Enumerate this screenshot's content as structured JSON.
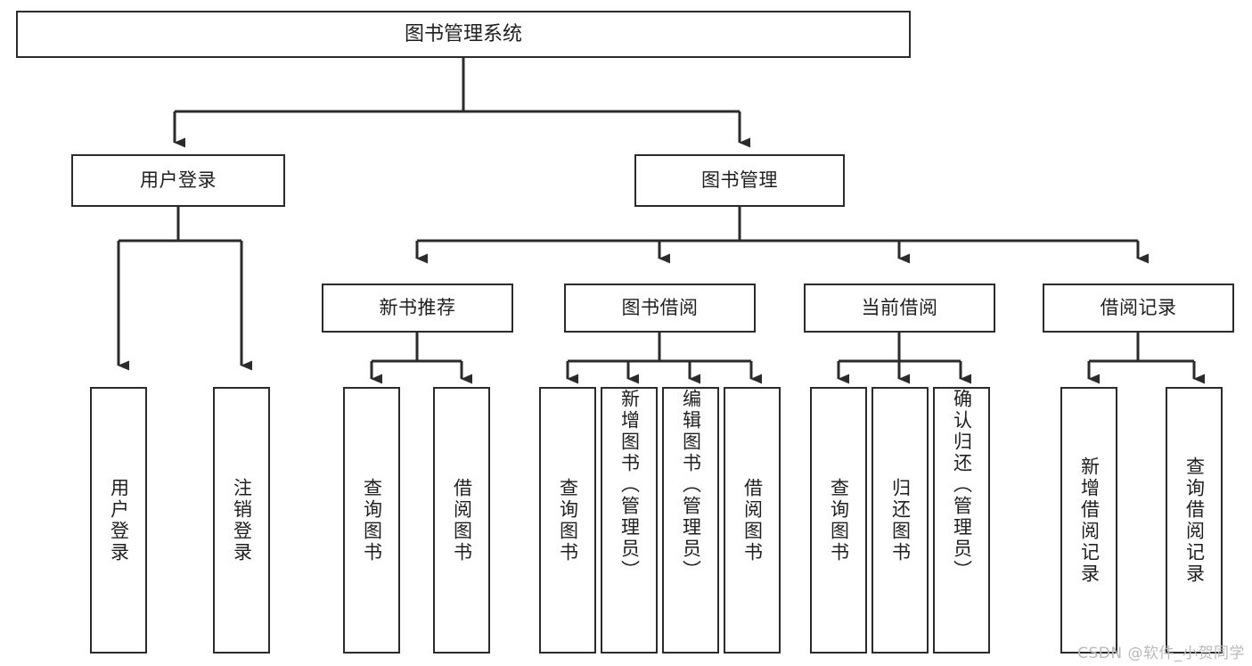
{
  "diagram": {
    "type": "tree",
    "title": "图书管理系统",
    "orientation": "top-down",
    "colors": {
      "box_border": "#2b2b2b",
      "box_fill": "#ffffff",
      "connector": "#2b2b2b",
      "text": "#1f1f1f",
      "watermark": "#b9b9b9",
      "background": "#ffffff"
    },
    "root": {
      "label": "图书管理系统"
    },
    "level2": [
      {
        "label": "用户登录"
      },
      {
        "label": "图书管理"
      }
    ],
    "level3": [
      {
        "label": "新书推荐"
      },
      {
        "label": "图书借阅"
      },
      {
        "label": "当前借阅"
      },
      {
        "label": "借阅记录"
      }
    ],
    "leaves": {
      "user_login": [
        {
          "label": "用户登录"
        },
        {
          "label": "注销登录"
        }
      ],
      "new_book_recommend": [
        {
          "label": "查询图书"
        },
        {
          "label": "借阅图书"
        }
      ],
      "book_borrow": [
        {
          "label": "查询图书"
        },
        {
          "label": "新增图书（管理员）"
        },
        {
          "label": "编辑图书（管理员）"
        },
        {
          "label": "借阅图书"
        }
      ],
      "current_borrow": [
        {
          "label": "查询图书"
        },
        {
          "label": "归还图书"
        },
        {
          "label": "确认归还（管理员）"
        }
      ],
      "borrow_record": [
        {
          "label": "新增借阅记录"
        },
        {
          "label": "查询借阅记录"
        }
      ]
    }
  },
  "watermark": {
    "text": "CSDN @软件_小贺同学"
  }
}
